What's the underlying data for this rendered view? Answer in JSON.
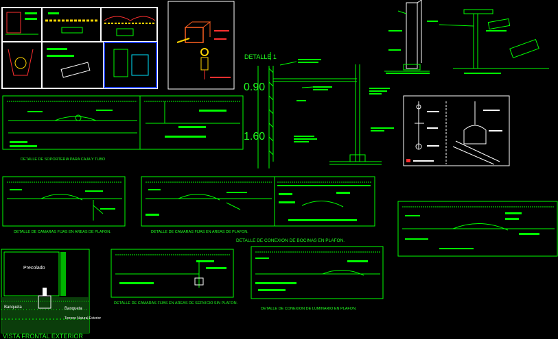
{
  "canvas": {
    "background": "#000000",
    "primary_line": "#00ff00",
    "accent_red": "#ff2020",
    "accent_yellow": "#ffd400",
    "accent_blue": "#2040ff",
    "accent_cyan": "#00e5ff"
  },
  "labels": {
    "detalle1": "DETALLE 1",
    "dim_top": "0.90",
    "dim_mid": "1.60",
    "cap_soporteria": "DETALLE DE SOPORTERIA PARA CAJA Y TUBO",
    "cap_camaras_1": "DETALLE DE CAMARAS FIJAS EN AREAS DE PLAFON.",
    "cap_camaras_2": "DETALLE DE CAMARAS FIJAS EN AREAS DE PLAFON.",
    "cap_bocinas": "DETALLE DE CONEXION DE BOCINAS EN PLAFON.",
    "cap_camaras_servicio": "DETALLE DE CAMARAS FIJAS EN AREAS DE SERVICIO SIN PLAFON.",
    "cap_luminario": "DETALLE DE CONEXION DE LUMINARIO EN PLAFON.",
    "precolado": "Precolado",
    "vista_frontal": "VISTA FRONTAL EXTERIOR",
    "banqueta": "Banqueta",
    "terreno_natural": "Terreno Natural Exterior"
  }
}
